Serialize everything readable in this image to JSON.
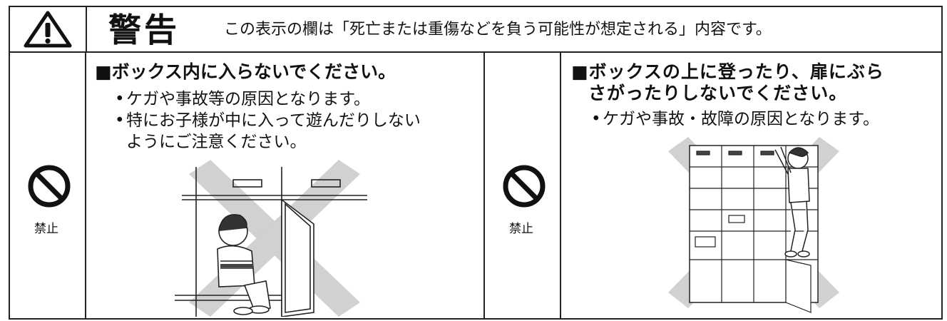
{
  "header": {
    "title": "警告",
    "note": "この表示の欄は「死亡または重傷などを負う可能性が想定される」内容です。"
  },
  "left_panel": {
    "symbol_label": "禁止",
    "heading": "■ボックス内に入らないでください。",
    "bullets": [
      "ケガや事故等の原因となります。",
      "特にお子様が中に入って遊んだりしない",
      "ようにご注意ください。"
    ]
  },
  "right_panel": {
    "symbol_label": "禁止",
    "heading_line1": "■ボックスの上に登ったり、扉にぶら",
    "heading_line2": "さがったりしないでください。",
    "bullets": [
      "ケガや事故・故障の原因となります。"
    ]
  },
  "colors": {
    "line": "#222222",
    "cross": "#c8c8c8"
  },
  "icons": [
    "warning-triangle-icon",
    "prohibition-icon"
  ]
}
